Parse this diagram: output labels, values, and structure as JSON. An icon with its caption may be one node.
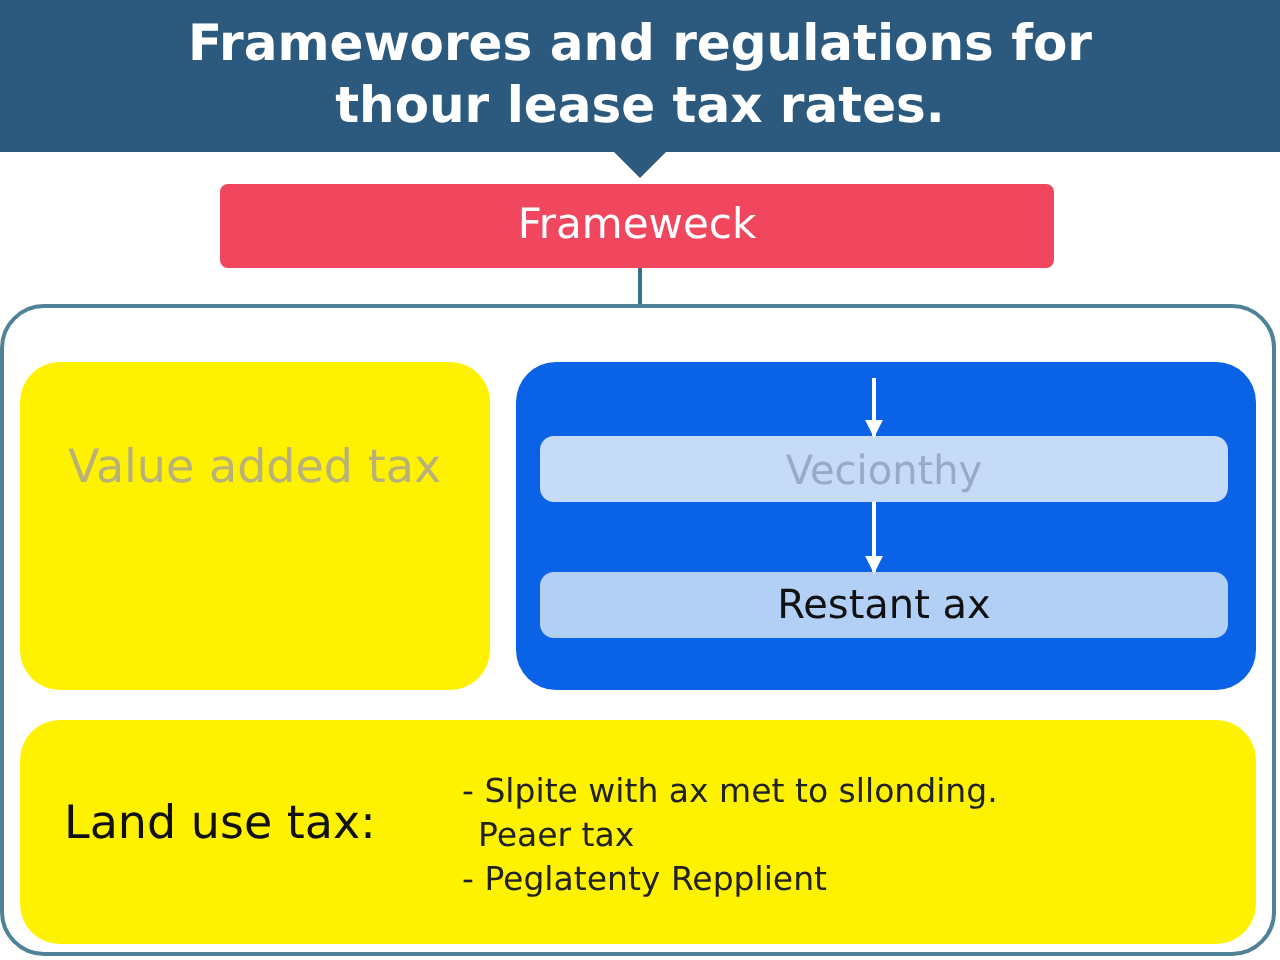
{
  "diagram": {
    "title": "Framewores and regulations for thour lease tax rates.",
    "nodes": [
      {
        "text": [
          "Frameweck"
        ]
      },
      {
        "text": [],
        "shape": "box"
      },
      {
        "text": [
          "Value added tax"
        ],
        "in": 1
      },
      {
        "text": [],
        "shape": "box",
        "in": 1
      },
      {
        "text": [
          "Vecionthy"
        ],
        "in": 3
      },
      {
        "text": [
          "Restant ax"
        ],
        "in": 3
      },
      {
        "text": [
          "Land use tax:",
          "- Slpite with ax met to sllonding.",
          "Peaer tax",
          "- Peglatenty Repplient"
        ],
        "in": 1
      }
    ],
    "edges": [
      {
        "from": 0,
        "to": 1,
        "arrow": "none",
        "color": "#3c6e84"
      },
      {
        "from": 3,
        "to": 4,
        "arrow": "to"
      },
      {
        "from": 4,
        "to": 5,
        "arrow": "to"
      }
    ]
  }
}
